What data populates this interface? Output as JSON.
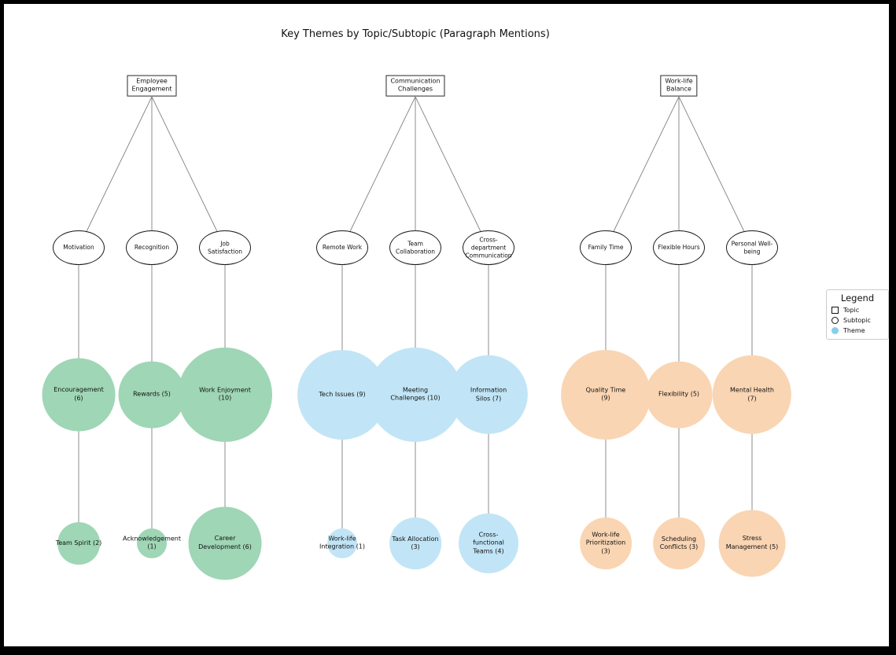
{
  "title": "Key Themes by Topic/Subtopic (Paragraph Mentions)",
  "legend": {
    "title": "Legend",
    "items": [
      {
        "marker": "square-outline",
        "label": "Topic",
        "color": "#111111"
      },
      {
        "marker": "circle-outline",
        "label": "Subtopic",
        "color": "#111111"
      },
      {
        "marker": "circle-filled",
        "label": "Theme",
        "color": "#87ceeb"
      }
    ]
  },
  "colors": {
    "frame": "#000000",
    "background": "#ffffff",
    "connector": "#808080",
    "topic_box_border": "#2a2a2a",
    "ellipse_border": "#1a1a1a"
  },
  "chart_data": {
    "type": "hierarchy-bubble-tree",
    "title": "Key Themes by Topic/Subtopic (Paragraph Mentions)",
    "value_unit": "paragraph mentions",
    "bubble_scale_note": "circle radius proportional to sqrt(mentions), 10 mentions = 60px radius",
    "legend_position": "right",
    "topics": [
      {
        "label": "Employee\nEngagement",
        "color": "#9fd6b6",
        "subtopics": [
          {
            "label": "Motivation",
            "themes": [
              {
                "label": "Encouragement\n(6)",
                "mentions": 6
              },
              {
                "label": "Team Spirit (2)",
                "mentions": 2
              }
            ]
          },
          {
            "label": "Recognition",
            "themes": [
              {
                "label": "Rewards (5)",
                "mentions": 5
              },
              {
                "label": "Acknowledgement\n(1)",
                "mentions": 1
              }
            ]
          },
          {
            "label": "Job\nSatisfaction",
            "themes": [
              {
                "label": "Work Enjoyment\n(10)",
                "mentions": 10
              },
              {
                "label": "Career\nDevelopment (6)",
                "mentions": 6
              }
            ]
          }
        ]
      },
      {
        "label": "Communication\nChallenges",
        "color": "#c1e5f6",
        "subtopics": [
          {
            "label": "Remote Work",
            "themes": [
              {
                "label": "Tech Issues (9)",
                "mentions": 9
              },
              {
                "label": "Work-life\nIntegration (1)",
                "mentions": 1
              }
            ]
          },
          {
            "label": "Team\nCollaboration",
            "themes": [
              {
                "label": "Meeting\nChallenges (10)",
                "mentions": 10
              },
              {
                "label": "Task Allocation\n(3)",
                "mentions": 3
              }
            ]
          },
          {
            "label": "Cross-\ndepartment\nCommunication",
            "themes": [
              {
                "label": "Information\nSilos (7)",
                "mentions": 7
              },
              {
                "label": "Cross-\nfunctional\nTeams (4)",
                "mentions": 4
              }
            ]
          }
        ]
      },
      {
        "label": "Work-life\nBalance",
        "color": "#fad5b3",
        "subtopics": [
          {
            "label": "Family Time",
            "themes": [
              {
                "label": "Quality Time\n(9)",
                "mentions": 9
              },
              {
                "label": "Work-life\nPrioritization\n(3)",
                "mentions": 3
              }
            ]
          },
          {
            "label": "Flexible Hours",
            "themes": [
              {
                "label": "Flexibility (5)",
                "mentions": 5
              },
              {
                "label": "Scheduling\nConflicts (3)",
                "mentions": 3
              }
            ]
          },
          {
            "label": "Personal Well-\nbeing",
            "themes": [
              {
                "label": "Mental Health\n(7)",
                "mentions": 7
              },
              {
                "label": "Stress\nManagement (5)",
                "mentions": 5
              }
            ]
          }
        ]
      }
    ]
  }
}
